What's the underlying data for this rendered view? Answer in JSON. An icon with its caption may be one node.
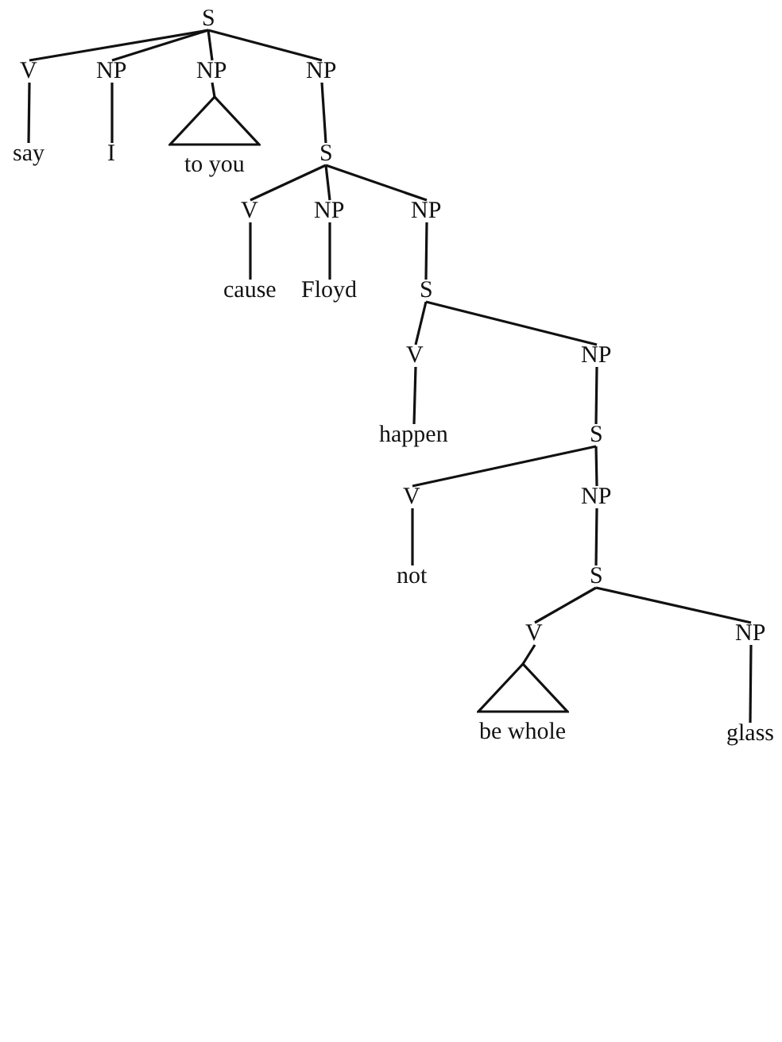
{
  "diagram": {
    "nodes": [
      {
        "text": [
          "S"
        ]
      },
      {
        "text": [
          "V"
        ]
      },
      {
        "text": [
          "NP"
        ]
      },
      {
        "text": [
          "NP"
        ]
      },
      {
        "text": [
          "NP"
        ]
      },
      {
        "text": [
          "say"
        ]
      },
      {
        "text": [
          "I"
        ]
      },
      {
        "text": [
          "to you"
        ]
      },
      {
        "text": [
          "S"
        ]
      },
      {
        "text": [
          "V"
        ]
      },
      {
        "text": [
          "NP"
        ]
      },
      {
        "text": [
          "NP"
        ]
      },
      {
        "text": [
          "cause"
        ]
      },
      {
        "text": [
          "Floyd"
        ]
      },
      {
        "text": [
          "S"
        ]
      },
      {
        "text": [
          "V"
        ]
      },
      {
        "text": [
          "NP"
        ]
      },
      {
        "text": [
          "happen"
        ]
      },
      {
        "text": [
          "S"
        ]
      },
      {
        "text": [
          "V"
        ]
      },
      {
        "text": [
          "NP"
        ]
      },
      {
        "text": [
          "not"
        ]
      },
      {
        "text": [
          "S"
        ]
      },
      {
        "text": [
          "V"
        ]
      },
      {
        "text": [
          "NP"
        ]
      },
      {
        "text": [
          "be whole"
        ]
      },
      {
        "text": [
          "glass"
        ]
      }
    ],
    "edges": [
      {
        "from": 0,
        "to": 1,
        "arrow": "none"
      },
      {
        "from": 0,
        "to": 2,
        "arrow": "none"
      },
      {
        "from": 0,
        "to": 3,
        "arrow": "none"
      },
      {
        "from": 0,
        "to": 4,
        "arrow": "none"
      },
      {
        "from": 1,
        "to": 5,
        "arrow": "none"
      },
      {
        "from": 2,
        "to": 6,
        "arrow": "none"
      },
      {
        "from": 3,
        "to": 7,
        "arrow": "none"
      },
      {
        "from": 4,
        "to": 8,
        "arrow": "none"
      },
      {
        "from": 8,
        "to": 9,
        "arrow": "none"
      },
      {
        "from": 8,
        "to": 10,
        "arrow": "none"
      },
      {
        "from": 8,
        "to": 11,
        "arrow": "none"
      },
      {
        "from": 9,
        "to": 12,
        "arrow": "none"
      },
      {
        "from": 10,
        "to": 13,
        "arrow": "none"
      },
      {
        "from": 11,
        "to": 14,
        "arrow": "none"
      },
      {
        "from": 14,
        "to": 15,
        "arrow": "none"
      },
      {
        "from": 14,
        "to": 16,
        "arrow": "none"
      },
      {
        "from": 15,
        "to": 17,
        "arrow": "none"
      },
      {
        "from": 16,
        "to": 18,
        "arrow": "none"
      },
      {
        "from": 18,
        "to": 19,
        "arrow": "none"
      },
      {
        "from": 18,
        "to": 20,
        "arrow": "none"
      },
      {
        "from": 19,
        "to": 21,
        "arrow": "none"
      },
      {
        "from": 20,
        "to": 22,
        "arrow": "none"
      },
      {
        "from": 22,
        "to": 23,
        "arrow": "none"
      },
      {
        "from": 22,
        "to": 24,
        "arrow": "none"
      },
      {
        "from": 23,
        "to": 25,
        "arrow": "none"
      },
      {
        "from": 24,
        "to": 26,
        "arrow": "none"
      }
    ]
  }
}
